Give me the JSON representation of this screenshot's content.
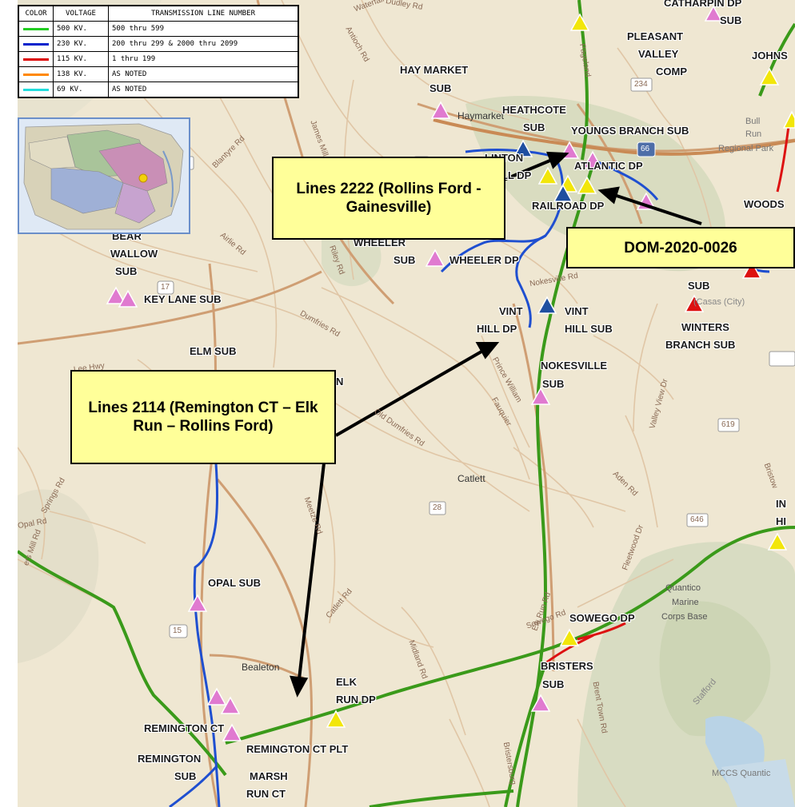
{
  "legend": {
    "headers": [
      "COLOR",
      "VOLTAGE",
      "TRANSMISSION LINE NUMBER"
    ],
    "rows": [
      {
        "color": "#22cc22",
        "voltage": "500 KV.",
        "numbers": "500 thru 599"
      },
      {
        "color": "#0022cc",
        "voltage": "230 KV.",
        "numbers": "200 thru 299 & 2000 thru 2099"
      },
      {
        "color": "#dd0000",
        "voltage": "115 KV.",
        "numbers": "1 thru 199"
      },
      {
        "color": "#ff8800",
        "voltage": "138 KV.",
        "numbers": "AS NOTED"
      },
      {
        "color": "#22dddd",
        "voltage": "69 KV.",
        "numbers": "AS NOTED"
      }
    ]
  },
  "colors": {
    "kv500": "#3a9a1a",
    "kv230": "#1f4fd0",
    "kv115": "#dd1111",
    "sub_marker": "#e07ad0",
    "dp_marker": "#f2e60a",
    "other_marker": "#1f4fa0",
    "callout_bg": "#ffff99"
  },
  "callouts": {
    "c1": "Lines 2222 (Rollins Ford - Gainesville)",
    "c2": "DOM-2020-0026",
    "c3": "Lines 2114 (Remington CT – Elk Run – Rollins Ford)"
  },
  "labels": {
    "catharpin": "CATHARPIN DP",
    "top_sub": "SUB",
    "pleasant": "PLEASANT",
    "valley": "VALLEY",
    "comp": "COMP",
    "johns": "JOHNS",
    "haymarket1": "HAY MARKET",
    "haymarket2": "SUB",
    "heathcote1": "HEATHCOTE",
    "heathcote2": "SUB",
    "youngs": "YOUNGS BRANCH SUB",
    "linton1": "LINTON",
    "linton2": "HILL DP",
    "atlantic": "ATLANTIC DP",
    "railroad": "RAILROAD DP",
    "woods": "WOODS",
    "wheeler_top": "WHEELER",
    "wheeler_sub": "SUB",
    "wheeler_dp": "WHEELER DP",
    "bear": "BEAR",
    "wallow": "WALLOW",
    "bear_sub": "SUB",
    "keylane": "KEY LANE SUB",
    "bri_sub": "SUB",
    "winters1": "WINTERS",
    "winters2": "BRANCH SUB",
    "vint_dp1": "VINT",
    "vint_dp2": "HILL DP",
    "vint_sub1": "VINT",
    "vint_sub2": "HILL SUB",
    "elm": "ELM SUB",
    "n": "N",
    "nokes1": "NOKESVILLE",
    "nokes2": "SUB",
    "in1": "IN",
    "in2": "HI",
    "opal": "OPAL SUB",
    "sowego": "SOWEGO DP",
    "bristers1": "BRISTERS",
    "bristers2": "SUB",
    "elk1": "ELK",
    "elk2": "RUN DP",
    "remct": "REMINGTON CT",
    "remctplt": "REMINGTON CT PLT",
    "rem1": "REMINGTON",
    "rem2": "SUB",
    "marsh1": "MARSH",
    "marsh2": "RUN CT"
  },
  "places": {
    "haymarket": "Haymarket",
    "catlett": "Catlett",
    "bealeton": "Bealeton",
    "quantico": "Quantico",
    "marine": "Marine",
    "corps": "Corps Base",
    "bullrun": "Bull",
    "run": "Run",
    "regional": "Regional Park",
    "mccs": "MCCS Quantic",
    "stafford": "Stafford",
    "casas": "(Casas (City)"
  },
  "roads": {
    "r15a": "15",
    "r15b": "15",
    "r17": "17",
    "r28": "28",
    "r66": "66",
    "r234": "234",
    "r619": "619",
    "r646": "646",
    "lee": "Lee Hwy",
    "dumfries": "Dumfries Rd",
    "olddumfries": "Old Dumfries Rd",
    "riley": "Riley Rd",
    "airlie": "Airlie Rd",
    "blantyre": "Blantyre Rd",
    "aden": "Aden Rd",
    "fleetwood": "Fleetwood Dr",
    "valleyview": "Valley View Dr",
    "meetze": "Meetze Rd",
    "catlettrd": "Catlett Rd",
    "elkrun": "Elk Run Rd",
    "midland": "Midland Rd",
    "brentsville": "Brent Town Rd",
    "opalrd": "Opal Rd",
    "pagel": "Pageland",
    "sowegord": "Sowego Rd",
    "bristersburg": "Bristersburg",
    "nokesville": "Nokesville Rd",
    "prince": "Prince William",
    "fauquier": "Fauquier",
    "waterfall": "Waterfall",
    "dudley": "Dudley Rd",
    "antioch": "Antioch Rd",
    "jamesmill": "James Mill Rd",
    "springs": "Springs Rd",
    "millrd": "ers Mill Rd",
    "bristow": "Bristow"
  }
}
